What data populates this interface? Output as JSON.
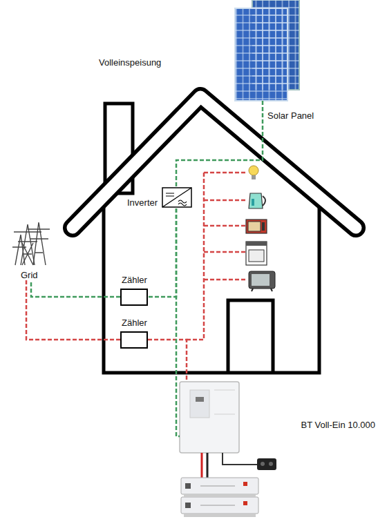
{
  "diagram": {
    "title": "Volleinspeisung",
    "nodes": [
      {
        "text": [
          "Solar Panel"
        ]
      },
      {
        "text": [
          "Inverter"
        ]
      },
      {
        "text": [
          "Grid"
        ]
      },
      {
        "text": [
          "Zähler"
        ]
      },
      {
        "text": [
          "Zähler"
        ]
      },
      {
        "text": [
          "BT Voll-Ein 10.000"
        ]
      }
    ],
    "edges": [
      {
        "from": 0,
        "to": 1,
        "arrow": "none"
      },
      {
        "from": 1,
        "to": 3,
        "arrow": "none"
      },
      {
        "from": 3,
        "to": 2,
        "arrow": "none"
      },
      {
        "from": 2,
        "to": 4,
        "arrow": "none"
      },
      {
        "from": 4,
        "to": 5,
        "arrow": "none"
      },
      {
        "from": 1,
        "to": 5,
        "arrow": "none"
      }
    ]
  }
}
